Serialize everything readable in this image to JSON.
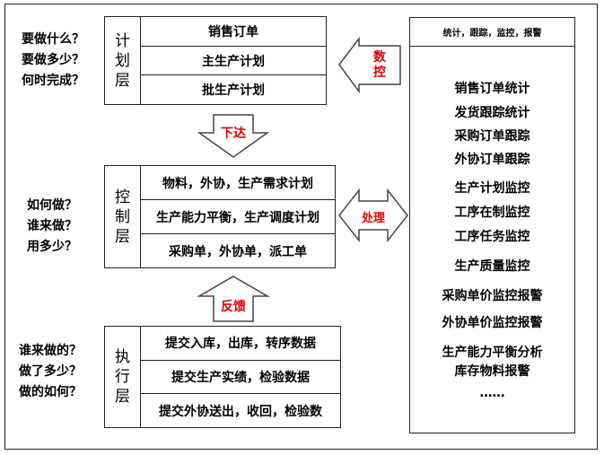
{
  "questions": {
    "plan": [
      "要做什么？",
      "要做多少？",
      "何时完成？"
    ],
    "control": [
      "如何做？",
      "谁来做？",
      "用多少？"
    ],
    "exec": [
      "谁来做的？",
      "做了多少？",
      "做的如何？"
    ]
  },
  "layers": {
    "plan": {
      "title": [
        "计",
        "划",
        "层"
      ],
      "rows": [
        "销售订单",
        "主生产计划",
        "批生产计划"
      ]
    },
    "control": {
      "title": [
        "控",
        "制",
        "层"
      ],
      "rows": [
        "物料，外协，生产需求计划",
        "生产能力平衡，生产调度计划",
        "采购单，外协单，派工单"
      ]
    },
    "exec": {
      "title": [
        "执",
        "行",
        "层"
      ],
      "rows": [
        "提交入库，出库，转序数据",
        "提交生产实绩，检验数据",
        "提交外协送出，收回，检验数"
      ]
    }
  },
  "arrows": {
    "issue": "下达",
    "feedback": "反馈",
    "nc": [
      "数",
      "控"
    ],
    "process": "处理"
  },
  "right_panel": {
    "header": "统计，跟踪，监控，报警",
    "items": [
      "销售订单统计",
      "发货跟踪统计",
      "采购订单跟踪",
      "外协订单跟踪",
      "生产计划监控",
      "工序在制监控",
      "工序任务监控",
      "生产质量监控",
      "采购单价监控报警",
      "外协单价监控报警",
      "生产能力平衡分析",
      "库存物料报警",
      "……"
    ]
  },
  "colors": {
    "arrow_label": "#e00000",
    "line": "#222222"
  }
}
